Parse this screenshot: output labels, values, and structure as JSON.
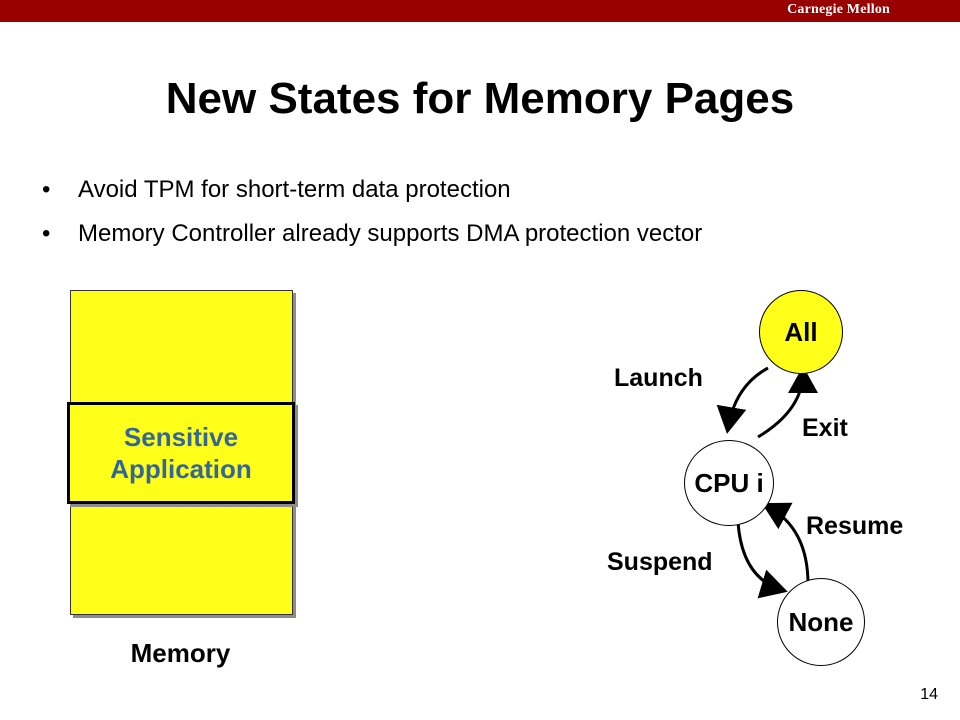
{
  "header": {
    "brand": "Carnegie Mellon"
  },
  "slide": {
    "title": "New States for Memory Pages",
    "bullets": [
      "Avoid TPM for short-term data protection",
      "Memory Controller already supports DMA protection vector"
    ],
    "page_number": "14"
  },
  "diagram": {
    "memory_label": "Memory",
    "sensitive_lines": [
      "Sensitive",
      "Application"
    ],
    "states": {
      "all": "All",
      "cpu": "CPU i",
      "none": "None"
    },
    "transitions": {
      "launch": "Launch",
      "exit": "Exit",
      "resume": "Resume",
      "suspend": "Suspend"
    }
  },
  "colors": {
    "header_bar": "#990000",
    "memory_fill": "#ffff1a",
    "sensitive_text": "#336699",
    "all_state_fill": "#ffff1a"
  }
}
